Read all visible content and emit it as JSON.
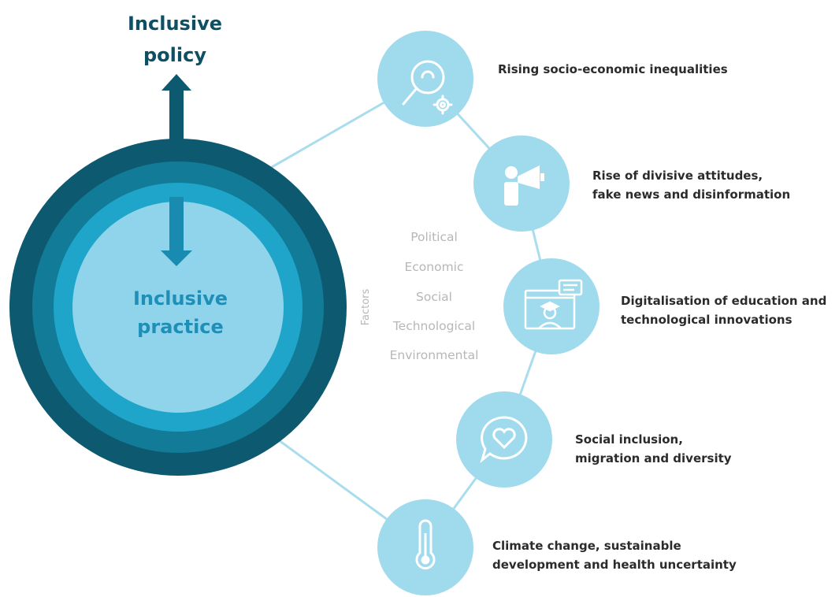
{
  "title_line1": "Inclusive",
  "title_line2": "policy",
  "center_line1": "Inclusive",
  "center_line2": "practice",
  "factors_heading": "Factors",
  "factors": [
    "Political",
    "Economic",
    "Social",
    "Technological",
    "Environmental"
  ],
  "trends": [
    {
      "line1": "Rising socio-economic inequalities",
      "line2": "",
      "icon": "magnifier-gear-icon"
    },
    {
      "line1": "Rise of divisive attitudes,",
      "line2": "fake news and disinformation",
      "icon": "megaphone-person-icon"
    },
    {
      "line1": "Digitalisation of education and",
      "line2": "technological innovations",
      "icon": "online-learning-icon"
    },
    {
      "line1": "Social inclusion,",
      "line2": "migration and diversity",
      "icon": "heart-speech-bubble-icon"
    },
    {
      "line1": "Climate change, sustainable",
      "line2": "development and health uncertainty",
      "icon": "thermometer-icon"
    }
  ],
  "colors": {
    "ring_outer": "#0d5a70",
    "ring_second": "#127b98",
    "ring_third": "#1fa5c9",
    "core": "#8fd4ea",
    "node": "#a0dbed",
    "connector": "#a9dded",
    "arrow": "#0d5a70",
    "title": "#0d4f63"
  }
}
